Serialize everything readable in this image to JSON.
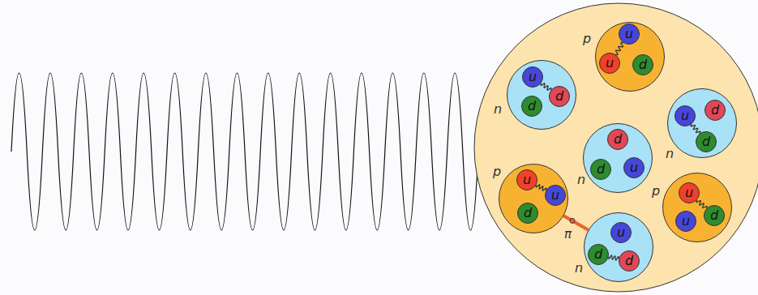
{
  "diagram": {
    "nodes": [
      {
        "text": [
          "p"
        ]
      },
      {
        "text": [
          "u"
        ],
        "in": 0
      },
      {
        "text": [
          "u"
        ],
        "in": 0
      },
      {
        "text": [
          "d"
        ],
        "in": 0
      },
      {
        "text": [
          "n"
        ]
      },
      {
        "text": [
          "u"
        ],
        "in": 4
      },
      {
        "text": [
          "d"
        ],
        "in": 4
      },
      {
        "text": [
          "d"
        ],
        "in": 4
      },
      {
        "text": [
          "n"
        ]
      },
      {
        "text": [
          "u"
        ],
        "in": 8
      },
      {
        "text": [
          "d"
        ],
        "in": 8
      },
      {
        "text": [
          "d"
        ],
        "in": 8
      },
      {
        "text": [
          "n"
        ]
      },
      {
        "text": [
          "d"
        ],
        "in": 12
      },
      {
        "text": [
          "d"
        ],
        "in": 12
      },
      {
        "text": [
          "u"
        ],
        "in": 12
      },
      {
        "text": [
          "p"
        ]
      },
      {
        "text": [
          "u"
        ],
        "in": 16
      },
      {
        "text": [
          "u"
        ],
        "in": 16
      },
      {
        "text": [
          "d"
        ],
        "in": 16
      },
      {
        "text": [
          "p"
        ]
      },
      {
        "text": [
          "u"
        ],
        "in": 20
      },
      {
        "text": [
          "u"
        ],
        "in": 20
      },
      {
        "text": [
          "d"
        ],
        "in": 20
      },
      {
        "text": [
          "n"
        ]
      },
      {
        "text": [
          "u"
        ],
        "in": 24
      },
      {
        "text": [
          "d"
        ],
        "in": 24
      },
      {
        "text": [
          "d"
        ],
        "in": 24
      }
    ],
    "edges": [
      {
        "from": 1,
        "to": 2,
        "arrow": "none"
      },
      {
        "from": 5,
        "to": 6,
        "arrow": "none"
      },
      {
        "from": 9,
        "to": 11,
        "arrow": "none"
      },
      {
        "from": 17,
        "to": 18,
        "arrow": "none"
      },
      {
        "from": 21,
        "to": 23,
        "arrow": "none"
      },
      {
        "from": 26,
        "to": 27,
        "arrow": "none"
      },
      {
        "from": 16,
        "to": 24,
        "label": "π",
        "arrow": "none"
      }
    ]
  }
}
